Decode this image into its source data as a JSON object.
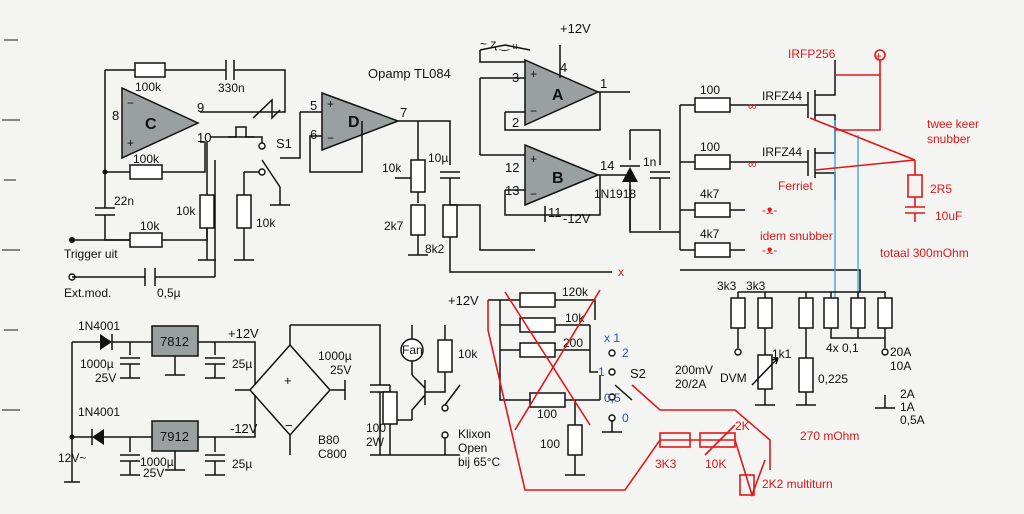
{
  "opamp_label": "Opamp TL084",
  "opamps": {
    "a": "A",
    "b": "B",
    "c": "C",
    "d": "D"
  },
  "pins": {
    "c_in": "8",
    "c_out1": "9",
    "c_out2": "10",
    "d_p5": "5",
    "d_p6": "6",
    "d_p7": "7",
    "a_p3": "3",
    "a_p2": "2",
    "a_p1": "1",
    "a_p4": "4",
    "b_p12": "12",
    "b_p13": "13",
    "b_p14": "14",
    "b_p11": "11"
  },
  "supply": {
    "pos": "+12V",
    "neg": "-12V",
    "ac": "12V~"
  },
  "components": {
    "r100k_top": "100k",
    "c330n": "330n",
    "r100k_mid": "100k",
    "c22n": "22n",
    "r10k_c": "10k",
    "r10k_a": "10k",
    "r10k_b": "10k",
    "switch_s1": "S1",
    "r10k_d": "10k",
    "r2k7": "2k7",
    "c10u": "10µ",
    "r8k2": "8k2",
    "d1n1918": "1N1918",
    "c1n": "1n",
    "r100_a": "100",
    "r100_b": "100",
    "r4k7_a": "4k7",
    "r4k7_b": "4k7",
    "mosfet_a": "IRFZ44",
    "mosfet_b": "IRFZ44",
    "r120k": "120k",
    "r10k_s2": "10k",
    "r200": "200",
    "r100_s2": "100",
    "r100_pot": "100",
    "switch_s2": "S2",
    "s2_x1": "x 1",
    "s2_2": "2",
    "s2_1": "1",
    "s2_05": "0,5",
    "s2_0": "0",
    "r3k3_a": "3k3",
    "r3k3_b": "3k3",
    "pot1k1": "1k1",
    "r0225": "0,225",
    "r4x01": "4x 0,1",
    "dvm_range": "200mV\n20/2A",
    "dvm": "DVM",
    "range_20a": "20A\n10A",
    "range_2a": "2A\n1A\n0,5A",
    "d1n4001_a": "1N4001",
    "d1n4001_b": "1N4001",
    "reg7812": "7812",
    "reg7912": "7912",
    "c1000u_a": "1000µ",
    "v25_a": "25V",
    "c25u_a": "25µ",
    "c1000u_b": "1000µ",
    "v25_b": "25V",
    "c25u_b": "25µ",
    "out_pos": "+12V",
    "out_neg": "-12V",
    "bridge": "B80\nC800",
    "c1000u_c": "1000µ",
    "v25_c": "25V",
    "fan": "Fan",
    "r10k_fan": "10k",
    "r100_2w": "100\n2W",
    "klixon": "Klixon\nOpen\nbij 65°C",
    "trigger": "Trigger\nuit",
    "extmod": "Ext.mod.",
    "c05u": "0,5µ",
    "x_node": "x"
  },
  "annotations": {
    "irfp256": "IRFP256",
    "twee_keer": "twee keer\nsnubber",
    "ferriet": "Ferriet",
    "idem": "idem snubber",
    "r2r5": "2R5",
    "c10uf": "10uF",
    "totaal": "totaal 300mOhm",
    "r2k": "2K",
    "r3k3": "3K3",
    "p10k": "10K",
    "mohm270": "270 mOhm",
    "multiturn": "2K2 multiturn"
  }
}
